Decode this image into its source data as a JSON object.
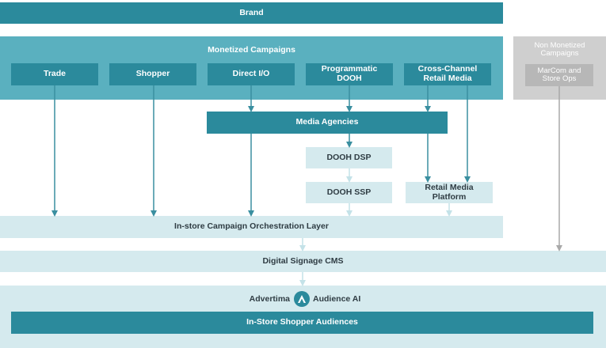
{
  "brand": "Brand",
  "monetized": {
    "title": "Monetized Campaigns",
    "channels": [
      "Trade",
      "Shopper",
      "Direct I/O",
      "Programmatic DOOH",
      "Cross-Channel Retail Media"
    ]
  },
  "non_monetized": {
    "title": "Non Monetized Campaigns",
    "item": "MarCom and Store Ops"
  },
  "media_agencies": "Media Agencies",
  "dooh_dsp": "DOOH DSP",
  "dooh_ssp": "DOOH SSP",
  "retail_media_platform": "Retail Media Platform",
  "orchestration_layer": "In-store Campaign Orchestration Layer",
  "signage_cms": "Digital Signage CMS",
  "audience_ai": {
    "left": "Advertima",
    "right": "Audience AI"
  },
  "shopper_audiences": "In-Store Shopper Audiences",
  "colors": {
    "dark": "#2b8a9c",
    "medium": "#5ab0bf",
    "light": "#d5eaee",
    "grey": "#cfcfcf",
    "arrow": "#3a8fa0",
    "arrow_light": "#c4e2e8",
    "arrow_grey": "#a9a9a9"
  }
}
